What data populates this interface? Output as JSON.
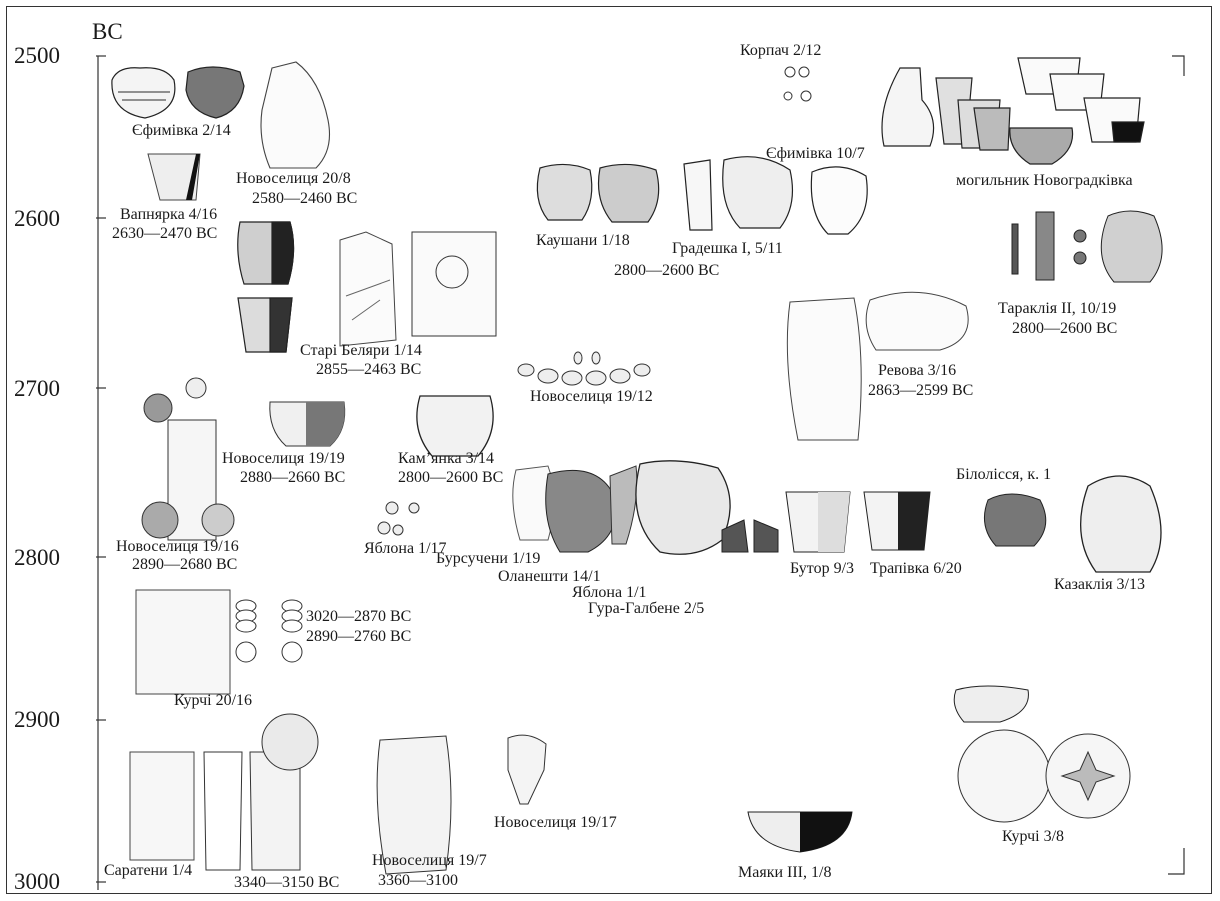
{
  "axis": {
    "unit": "BC",
    "ticks": [
      "2500",
      "2600",
      "2700",
      "2800",
      "2900",
      "3000"
    ]
  },
  "labels": {
    "yefymivka_2_14": "Єфимівка 2/14",
    "novoselytsia_20_8": "Новоселиця 20/8",
    "novoselytsia_20_8_date": "2580—2460 BC",
    "vapniarka_4_16": "Вапнярка 4/16",
    "vapniarka_4_16_date": "2630—2470 BC",
    "starі_beliary": "Старі Беляри 1/14",
    "starі_beliary_date": "2855—2463 BC",
    "novoselytsia_19_12": "Новоселиця 19/12",
    "novoselytsia_19_19": "Новоселиця 19/19",
    "novoselytsia_19_19_date": "2880—2660 BC",
    "kamianka_3_14": "Кам’янка 3/14",
    "kamianka_3_14_date": "2800—2600 BC",
    "novoselytsia_19_16": "Новоселиця 19/16",
    "novoselytsia_19_16_date": "2890—2680 BC",
    "yablona_1_17": "Яблона 1/17",
    "bursucheny_1_19": "Бурсучени 1/19",
    "olaneshty_14_1": "Оланешти 14/1",
    "yablona_1_1": "Яблона 1/1",
    "gura_galbene": "Гура-Галбене 2/5",
    "korpach": "Корпач 2/12",
    "yefymivka_10_7": "Єфимівка 10/7",
    "mohylnyk": "могильник Новоградківка",
    "kaushany": "Каушани 1/18",
    "hradeshka": "Градешка I, 5/11",
    "kaushany_date": "2800—2600 BC",
    "tarakliia": "Тараклія II, 10/19",
    "tarakliia_date": "2800—2600 BC",
    "revova": "Ревова 3/16",
    "revova_date": "2863—2599 BC",
    "bilolissia": "Білолісся, к. 1",
    "butor": "Бутор 9/3",
    "trapivka": "Трапівка 6/20",
    "kazakliia": "Казаклія 3/13",
    "kurchi_date_1": "3020—2870 BC",
    "kurchi_date_2": "2890—2760 BC",
    "kurchi_20_16": "Курчі 20/16",
    "kurchi_3_8": "Курчі 3/8",
    "sarateny": "Саратени 1/4",
    "sarateny_date": "3340—3150 BC",
    "novoselytsia_19_7": "Новоселиця 19/7",
    "novoselytsia_19_7_date": "3360—3100",
    "novoselytsia_19_17": "Новоселиця 19/17",
    "mayaky": "Маяки III, 1/8"
  }
}
